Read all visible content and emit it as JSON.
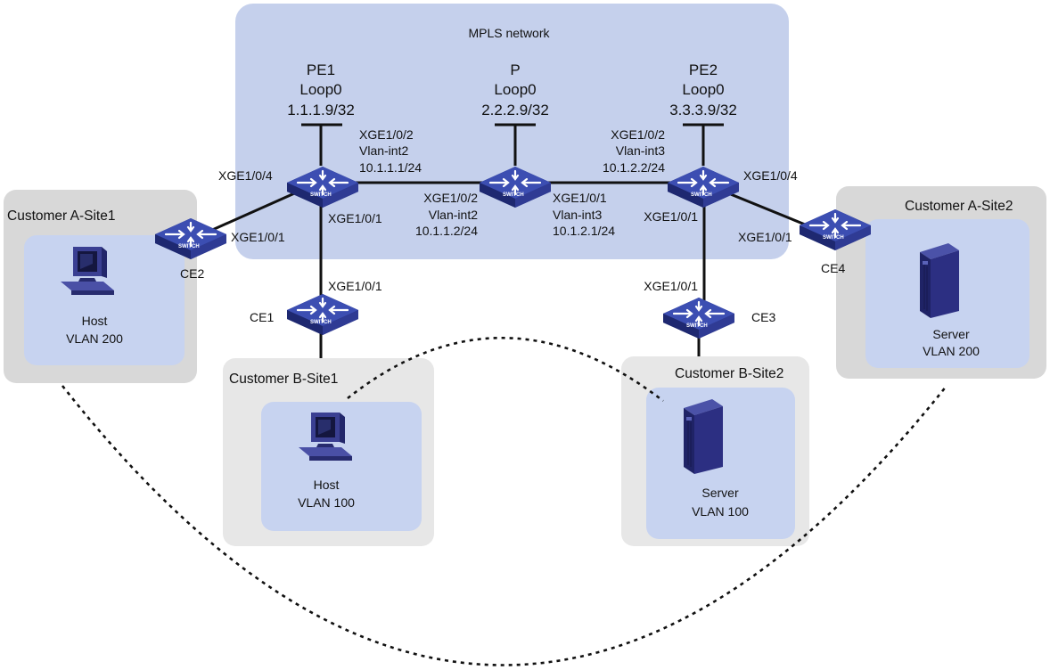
{
  "network": {
    "title": "MPLS network",
    "pe1": {
      "name": "PE1",
      "loop": "Loop0",
      "ip": "1.1.1.9/32"
    },
    "p": {
      "name": "P",
      "loop": "Loop0",
      "ip": "2.2.2.9/32"
    },
    "pe2": {
      "name": "PE2",
      "loop": "Loop0",
      "ip": "3.3.3.9/32"
    }
  },
  "links": {
    "pe1_p_left": {
      "port": "XGE1/0/2",
      "vlan": "Vlan-int2",
      "ip": "10.1.1.1/24"
    },
    "pe1_p_right": {
      "port": "XGE1/0/2",
      "vlan": "Vlan-int2",
      "ip": "10.1.1.2/24"
    },
    "p_pe2_left": {
      "port": "XGE1/0/1",
      "vlan": "Vlan-int3",
      "ip": "10.1.2.1/24"
    },
    "p_pe2_right": {
      "port": "XGE1/0/2",
      "vlan": "Vlan-int3",
      "ip": "10.1.2.2/24"
    },
    "pe1_ce2_pe_port": "XGE1/0/4",
    "pe1_ce2_ce_port": "XGE1/0/1",
    "pe1_ce1_pe_port": "XGE1/0/1",
    "pe1_ce1_ce_port": "XGE1/0/1",
    "pe2_ce4_pe_port": "XGE1/0/4",
    "pe2_ce4_ce_port": "XGE1/0/1",
    "pe2_ce3_pe_port": "XGE1/0/1",
    "pe2_ce3_ce_port": "XGE1/0/1"
  },
  "ce": {
    "ce1": "CE1",
    "ce2": "CE2",
    "ce3": "CE3",
    "ce4": "CE4"
  },
  "switch_badge": "SWITCH",
  "sites": {
    "a1": {
      "title": "Customer A-Site1",
      "device": "Host",
      "vlan": "VLAN 200"
    },
    "a2": {
      "title": "Customer A-Site2",
      "device": "Server",
      "vlan": "VLAN 200"
    },
    "b1": {
      "title": "Customer B-Site1",
      "device": "Host",
      "vlan": "VLAN 100"
    },
    "b2": {
      "title": "Customer B-Site2",
      "device": "Server",
      "vlan": "VLAN 100"
    }
  },
  "colors": {
    "mpls_cloud": "#c5d0ec",
    "site_outer_a": "#d8d8d8",
    "site_outer_b": "#e7e7e7",
    "site_inner": "#c7d3f0",
    "switch_top": "#3c4eb2",
    "switch_side": "#25307d",
    "device": "#2c2f82"
  }
}
